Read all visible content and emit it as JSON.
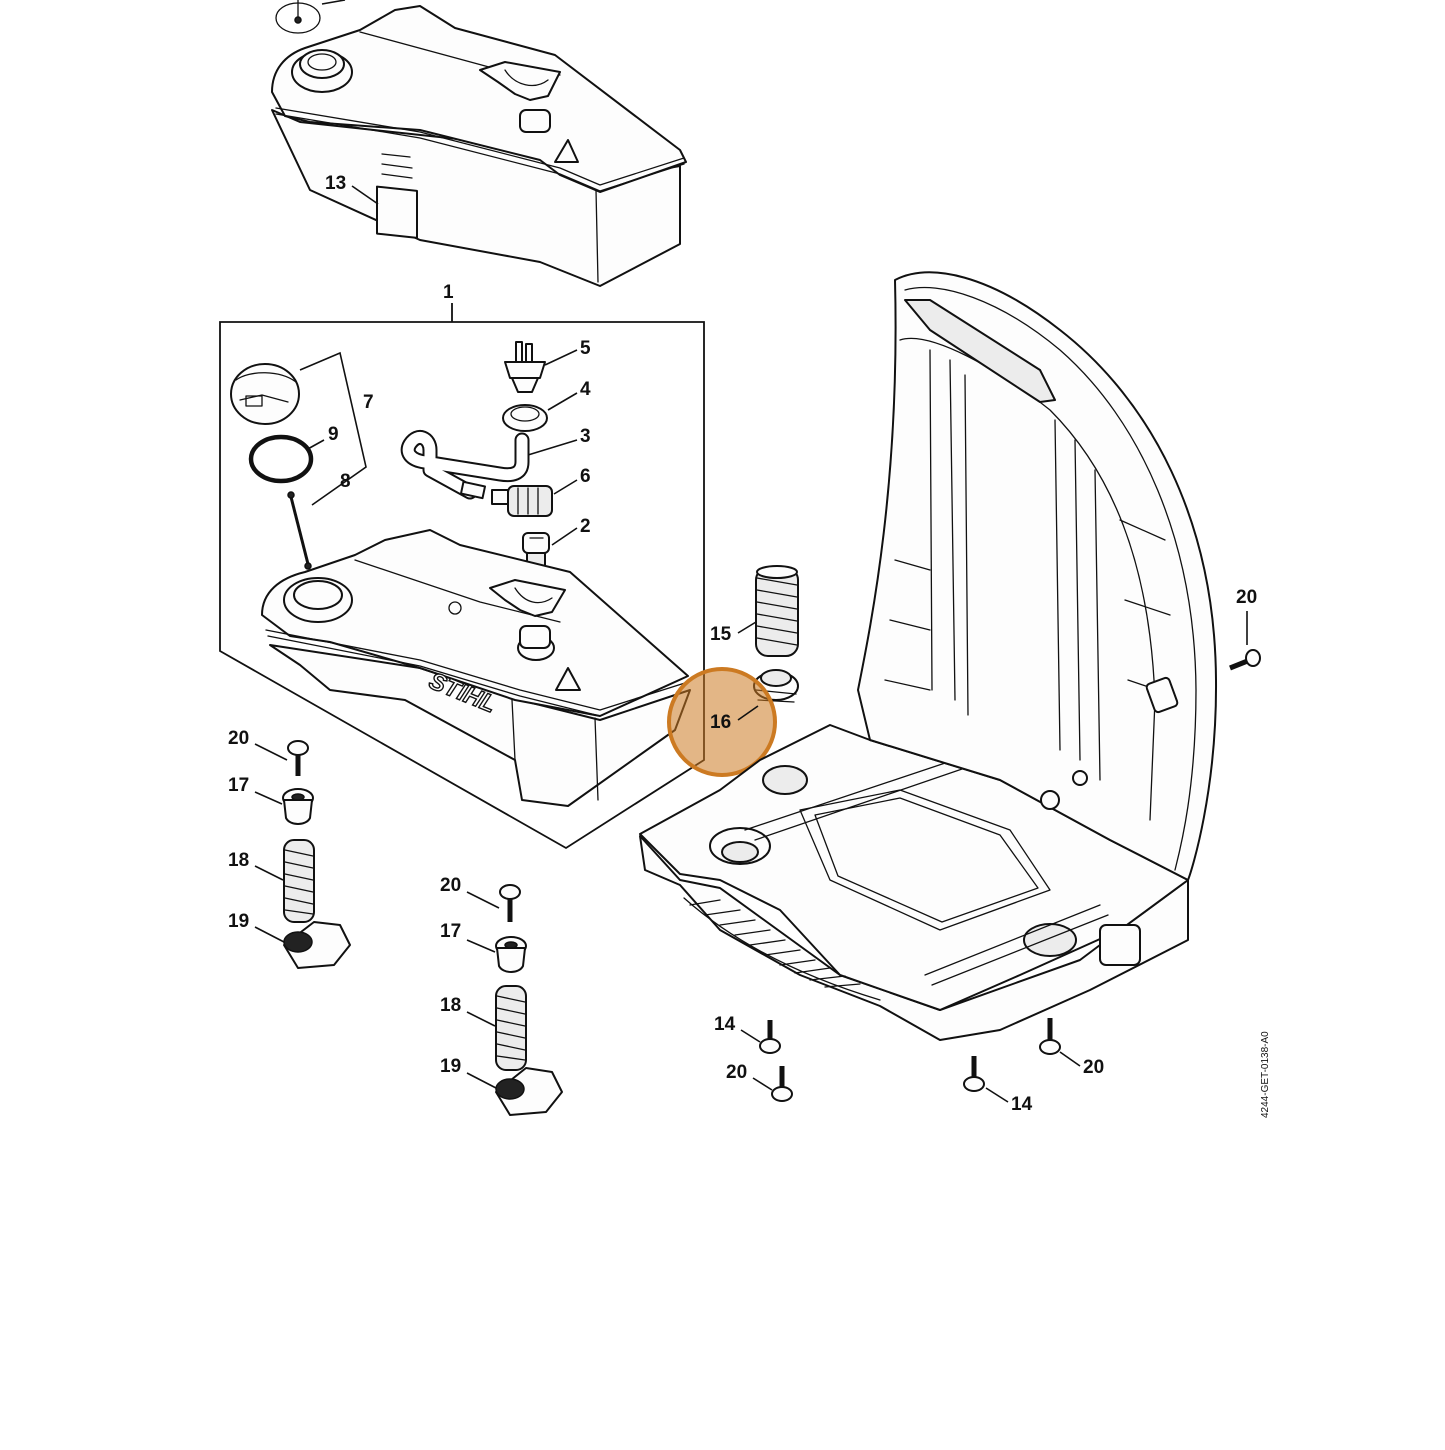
{
  "diagram": {
    "brand_logo": "STIHL",
    "document_id": "4244-GET-0138-A0",
    "highlight": {
      "color": "#cc7a22",
      "label": "16"
    },
    "callouts": {
      "c13": "13",
      "c1": "1",
      "c5": "5",
      "c4": "4",
      "c3": "3",
      "c6": "6",
      "c2": "2",
      "c7": "7",
      "c9": "9",
      "c8": "8",
      "c15": "15",
      "c16": "16",
      "c20_right": "20",
      "c20_left": "20",
      "c17_left": "17",
      "c18_left": "18",
      "c19_left": "19",
      "c20_mid": "20",
      "c17_mid": "17",
      "c18_mid": "18",
      "c19_mid": "19",
      "c14_a": "14",
      "c20_b": "20",
      "c14_b": "14",
      "c20_c": "20"
    }
  }
}
